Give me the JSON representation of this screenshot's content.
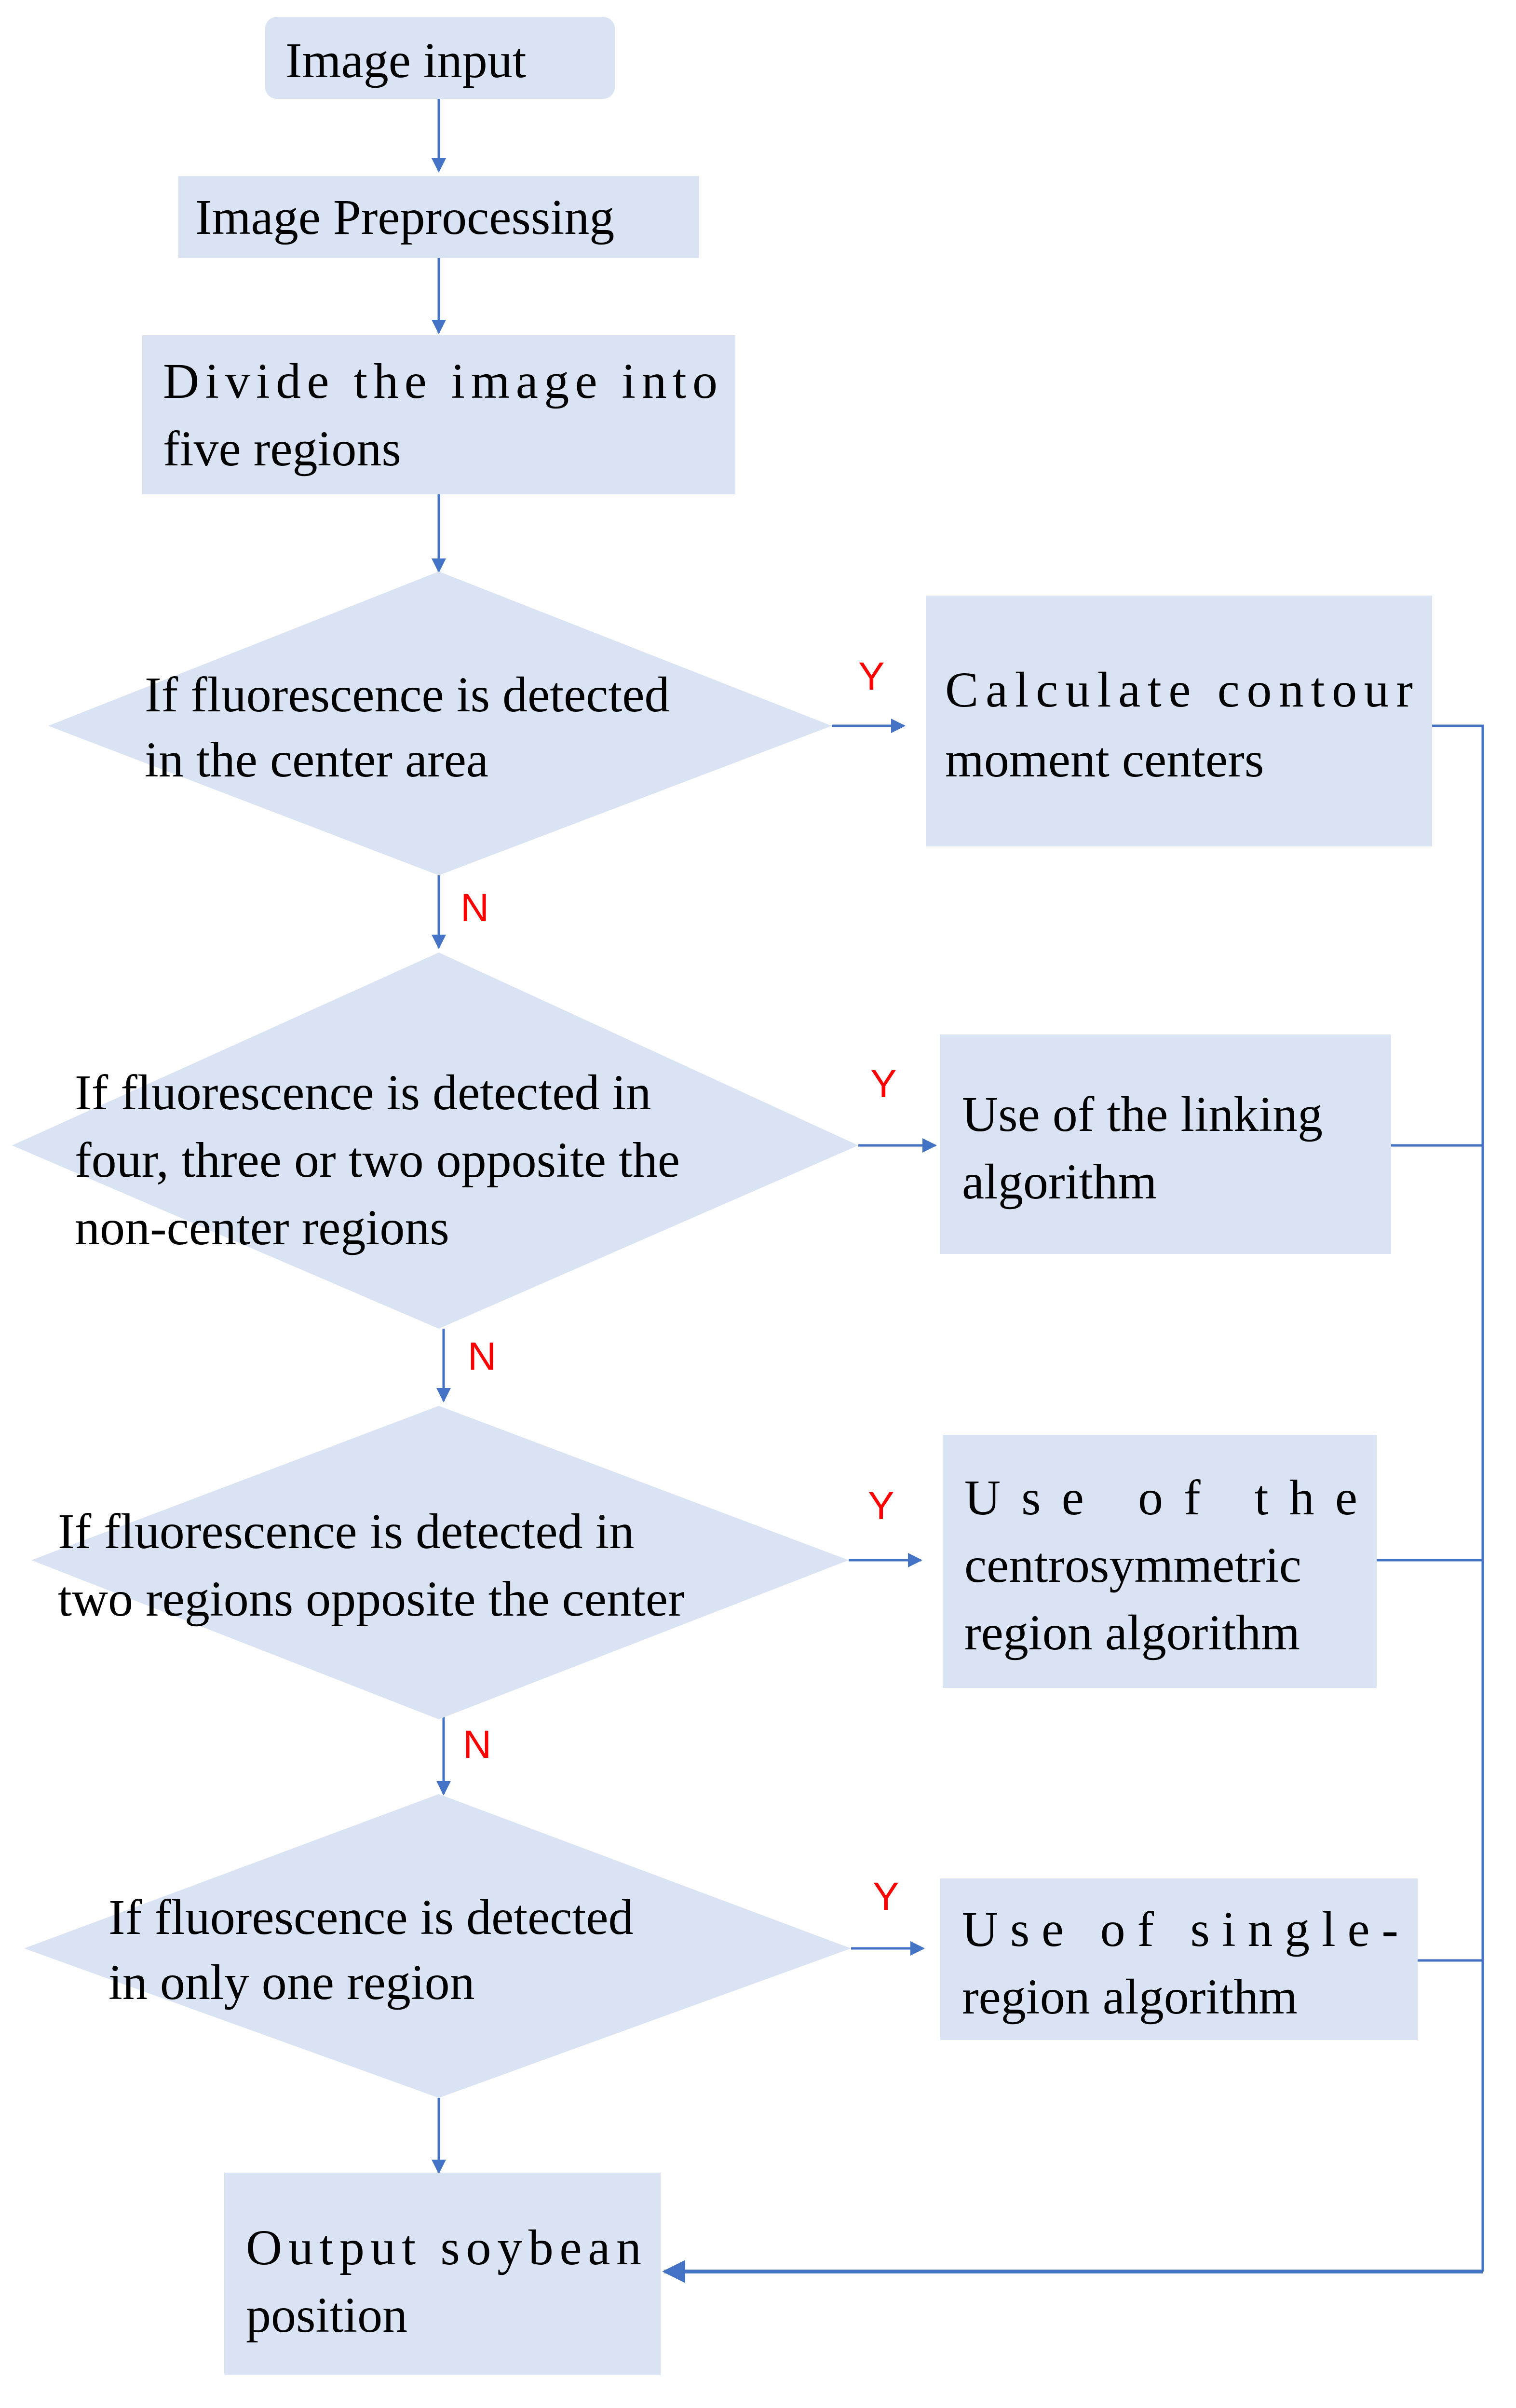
{
  "diagram": {
    "colors": {
      "node_fill": "#dae3f3",
      "connector": "#4472c4",
      "branch_label": "#ff0000",
      "text": "#000000"
    },
    "nodes": {
      "image_input": {
        "lines": [
          "Image input"
        ]
      },
      "preprocessing": {
        "lines": [
          "Image Preprocessing"
        ]
      },
      "divide": {
        "lines": [
          "Divide the image into",
          "five regions"
        ]
      },
      "decision_center": {
        "lines": [
          "If fluorescence is detected",
          "in the center area"
        ]
      },
      "contour": {
        "lines": [
          "Calculate contour",
          "moment centers"
        ]
      },
      "decision_noncenter": {
        "lines": [
          "If fluorescence is detected in",
          "four, three or two opposite the",
          "non-center regions"
        ]
      },
      "linking": {
        "lines": [
          "Use of the linking",
          "algorithm"
        ]
      },
      "decision_two": {
        "lines": [
          "If fluorescence is detected in",
          "two regions opposite the center"
        ]
      },
      "centrosymmetric": {
        "lines": [
          "Use of the",
          "centrosymmetric",
          "region algorithm"
        ]
      },
      "decision_one": {
        "lines": [
          "If fluorescence is detected",
          "in only one region"
        ]
      },
      "single": {
        "lines": [
          "Use of single-",
          "region algorithm"
        ]
      },
      "output": {
        "lines": [
          "Output soybean",
          "position"
        ]
      }
    },
    "branch_labels": {
      "yes": "Y",
      "no": "N"
    }
  }
}
